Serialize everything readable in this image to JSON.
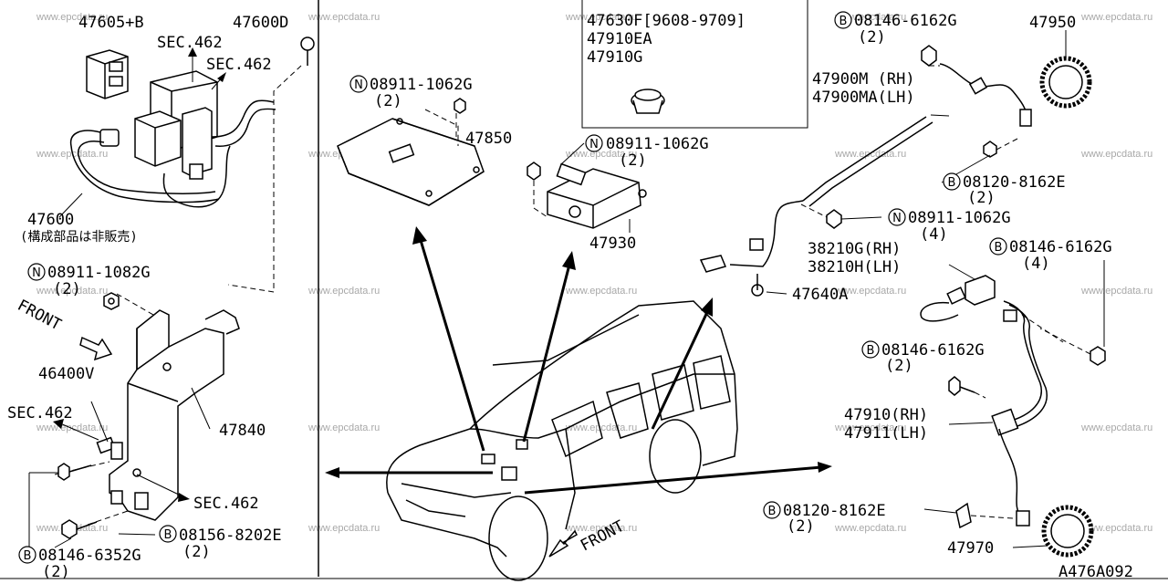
{
  "watermark": "www.epcdata.ru",
  "diagram_code": "A476A092",
  "labels": {
    "p47605b": "47605+B",
    "p47600d": "47600D",
    "sec462_a": "SEC.462",
    "sec462_b": "SEC.462",
    "sec462_c": "SEC.462",
    "sec462_d": "SEC.462",
    "p47600": "47600",
    "note_jp": "(構成部品は非販売)",
    "n08911_1082g": "08911-1082G",
    "qty2_a": "(2)",
    "front_a": "FRONT",
    "p46400v": "46400V",
    "p47840": "47840",
    "b08146_6352g": "08146-6352G",
    "qty2_b": "(2)",
    "b08156_8202e": "08156-8202E",
    "qty2_c": "(2)",
    "n08911_1062g_a": "08911-1062G",
    "qty2_d": "(2)",
    "p47850": "47850",
    "n08911_1062g_b": "08911-1062G",
    "qty2_e": "(2)",
    "p47930": "47930",
    "box_line1": "47630F[9608-9709]",
    "box_line2": "47910EA",
    "box_line3": "47910G",
    "front_b": "FRONT",
    "b08146_6162g_a": "08146-6162G",
    "qty2_f": "(2)",
    "p47950": "47950",
    "p47900m": "47900M (RH)",
    "p47900ma": "47900MA(LH)",
    "b08120_8162e_a": "08120-8162E",
    "qty2_g": "(2)",
    "n08911_1062g_c": "08911-1062G",
    "qty4_a": "(4)",
    "p38210g": "38210G(RH)",
    "p38210h": "38210H(LH)",
    "b08146_6162g_b": "08146-6162G",
    "qty4_b": "(4)",
    "p47640a": "47640A",
    "b08146_6162g_c": "08146-6162G",
    "qty2_h": "(2)",
    "p47910": "47910(RH)",
    "p47911": "47911(LH)",
    "b08120_8162e_b": "08120-8162E",
    "qty2_i": "(2)",
    "p47970": "47970"
  },
  "markers": {
    "bolt": "B",
    "nut": "N"
  }
}
